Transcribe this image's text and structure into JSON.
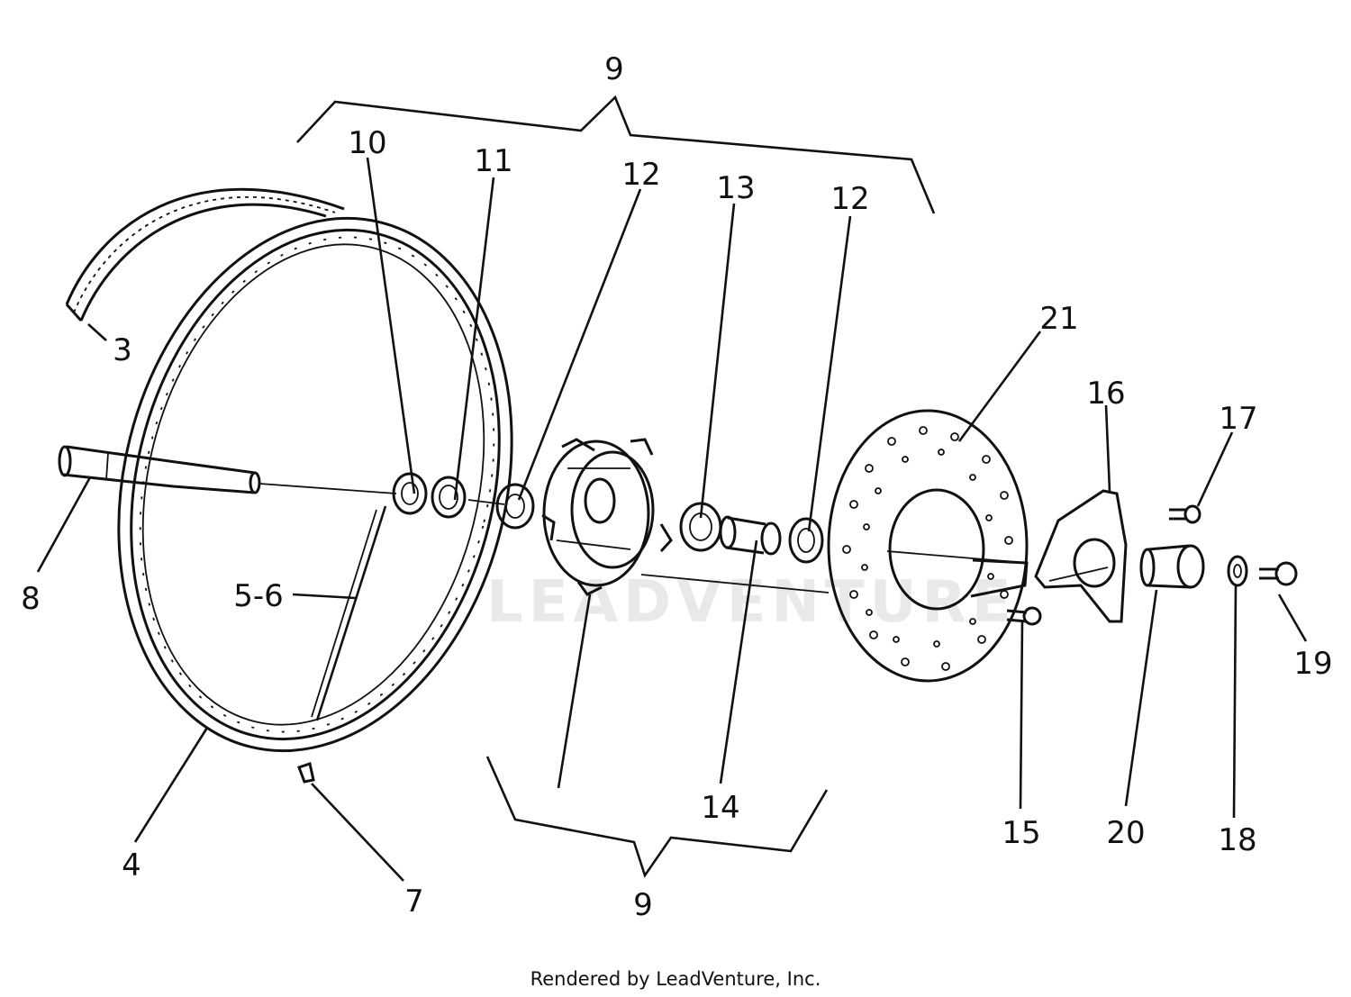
{
  "diagram": {
    "watermark": "LEADVENTURE",
    "footer": "Rendered by LeadVenture, Inc.",
    "callouts": [
      {
        "id": "c9top",
        "label": "9"
      },
      {
        "id": "c10",
        "label": "10"
      },
      {
        "id": "c11",
        "label": "11"
      },
      {
        "id": "c12a",
        "label": "12"
      },
      {
        "id": "c13",
        "label": "13"
      },
      {
        "id": "c12b",
        "label": "12"
      },
      {
        "id": "c21",
        "label": "21"
      },
      {
        "id": "c3",
        "label": "3"
      },
      {
        "id": "c16",
        "label": "16"
      },
      {
        "id": "c17",
        "label": "17"
      },
      {
        "id": "c8",
        "label": "8"
      },
      {
        "id": "c56",
        "label": "5-6"
      },
      {
        "id": "c19",
        "label": "19"
      },
      {
        "id": "c14",
        "label": "14"
      },
      {
        "id": "c15",
        "label": "15"
      },
      {
        "id": "c20",
        "label": "20"
      },
      {
        "id": "c18",
        "label": "18"
      },
      {
        "id": "c4",
        "label": "4"
      },
      {
        "id": "c7",
        "label": "7"
      },
      {
        "id": "c9bot",
        "label": "9"
      }
    ]
  }
}
